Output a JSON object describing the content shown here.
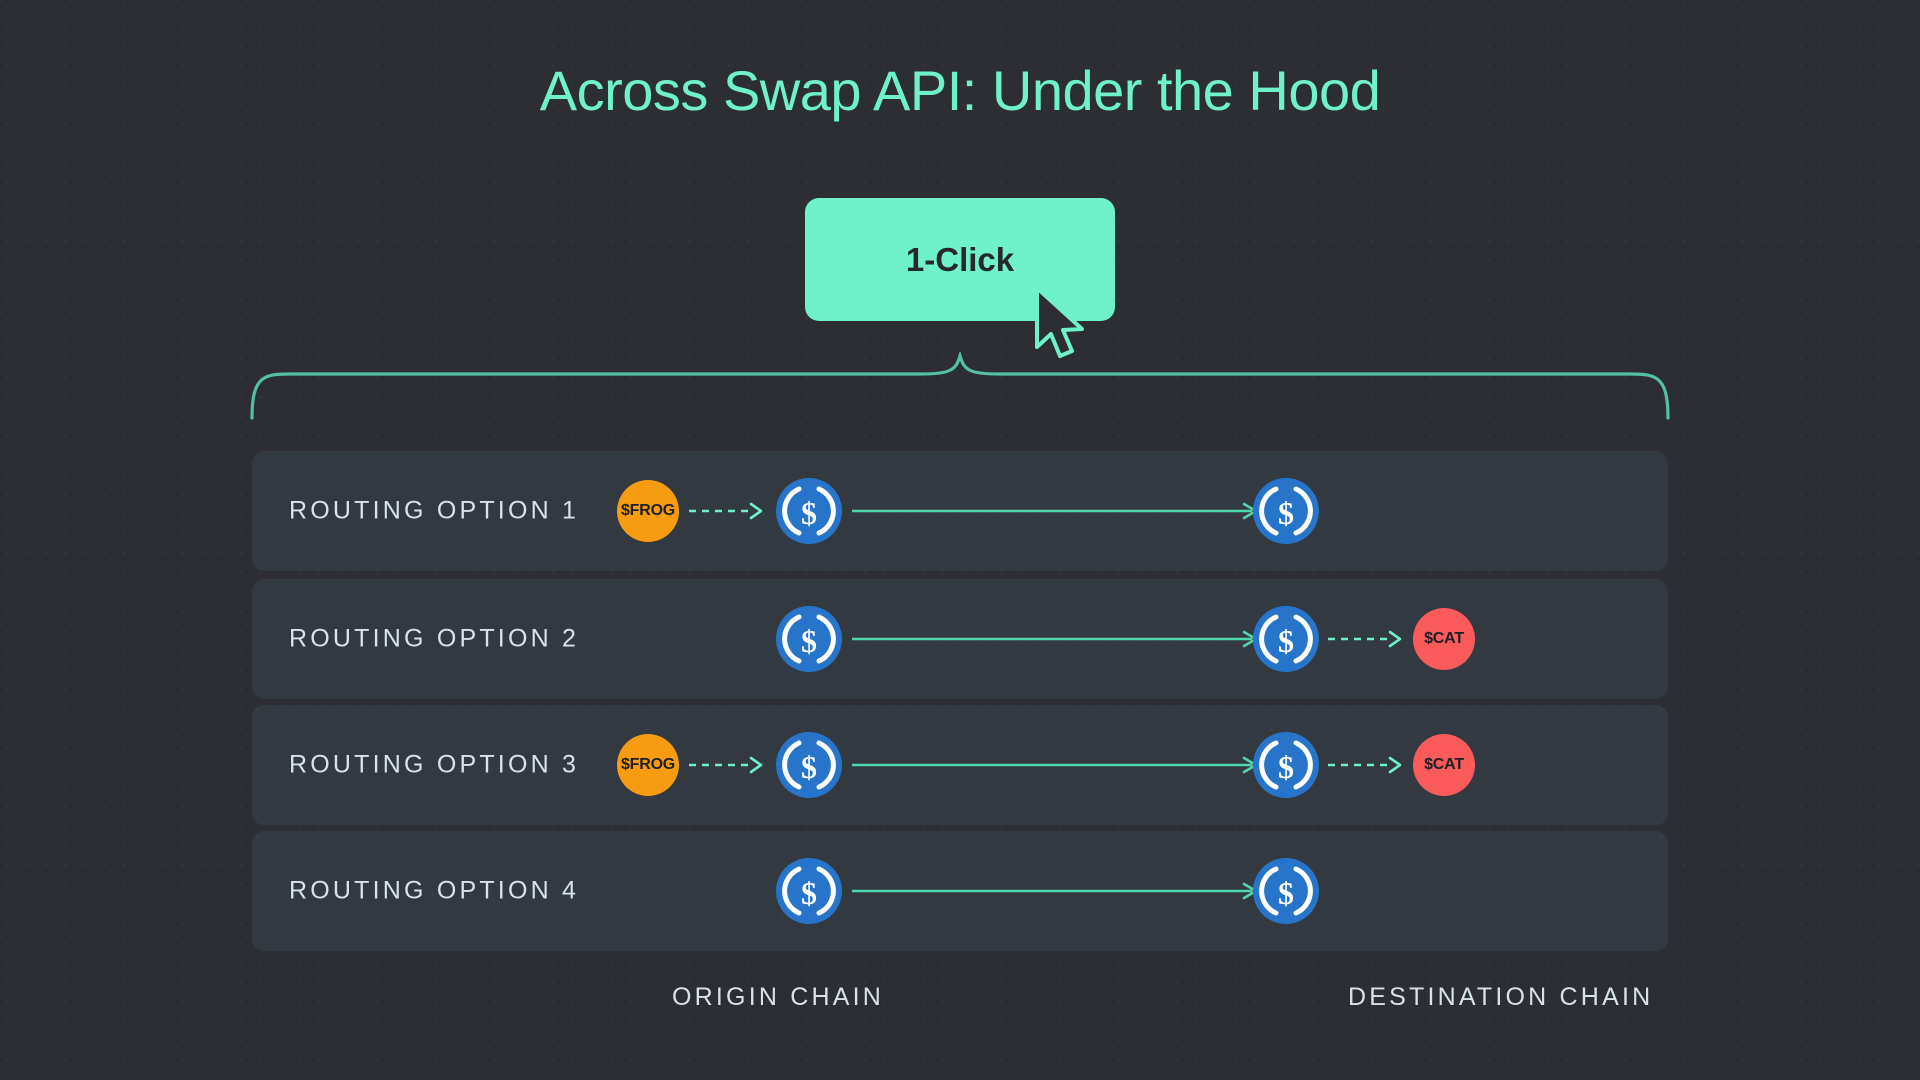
{
  "page": {
    "title": "Across Swap API: Under the Hood",
    "background_color": "#2c2e33",
    "accent_color": "#6ff2c8"
  },
  "button": {
    "label": "1-Click",
    "color": "#6ff2c8",
    "text_color": "#26282c"
  },
  "cursor": {
    "name": "mouse-pointer"
  },
  "rows": [
    {
      "label": "ROUTING OPTION 1",
      "origin_token": {
        "symbol": "$FROG",
        "color": "#f79b11"
      },
      "origin_swap_arrow": true,
      "bridge_arrow": true,
      "dest_swap_arrow": false,
      "dest_token": null
    },
    {
      "label": "ROUTING OPTION 2",
      "origin_token": null,
      "origin_swap_arrow": false,
      "bridge_arrow": true,
      "dest_swap_arrow": true,
      "dest_token": {
        "symbol": "$CAT",
        "color": "#fa5a5a"
      }
    },
    {
      "label": "ROUTING OPTION 3",
      "origin_token": {
        "symbol": "$FROG",
        "color": "#f79b11"
      },
      "origin_swap_arrow": true,
      "bridge_arrow": true,
      "dest_swap_arrow": true,
      "dest_token": {
        "symbol": "$CAT",
        "color": "#fa5a5a"
      }
    },
    {
      "label": "ROUTING OPTION 4",
      "origin_token": null,
      "origin_swap_arrow": false,
      "bridge_arrow": true,
      "dest_swap_arrow": false,
      "dest_token": null
    }
  ],
  "bridge_token": {
    "symbol": "USDC",
    "color": "#2775ca"
  },
  "footer": {
    "origin_chain": "ORIGIN CHAIN",
    "destination_chain": "DESTINATION CHAIN"
  }
}
